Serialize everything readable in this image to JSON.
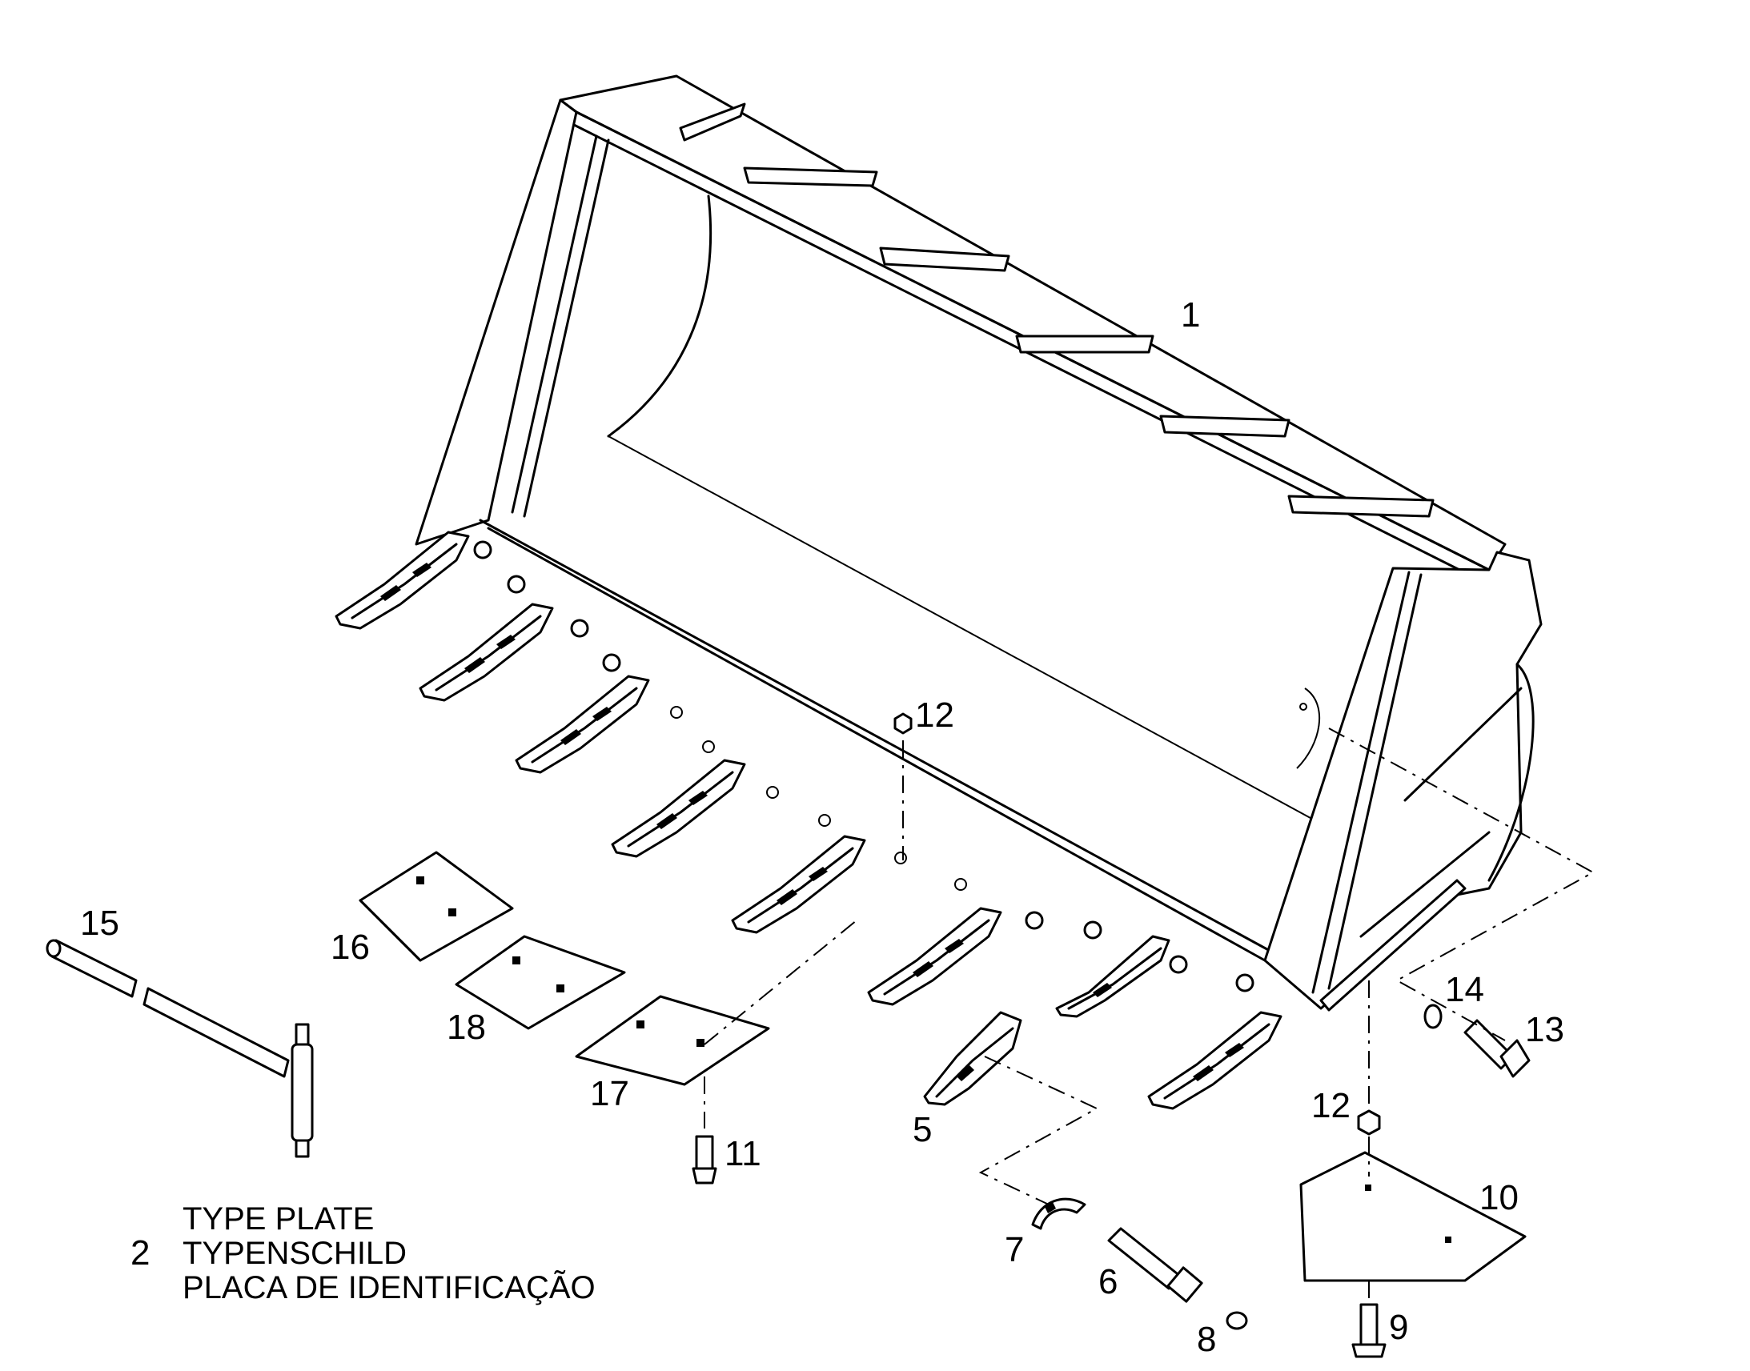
{
  "callouts": {
    "c1": "1",
    "c2": "2",
    "c5": "5",
    "c6": "6",
    "c7": "7",
    "c8": "8",
    "c9": "9",
    "c10": "10",
    "c11": "11",
    "c12a": "12",
    "c12b": "12",
    "c13": "13",
    "c14": "14",
    "c15": "15",
    "c16": "16",
    "c17": "17",
    "c18": "18"
  },
  "type_plate_note": {
    "line_en": "TYPE PLATE",
    "line_de": "TYPENSCHILD",
    "line_pt": "PLACA DE IDENTIFICAÇÃO"
  }
}
